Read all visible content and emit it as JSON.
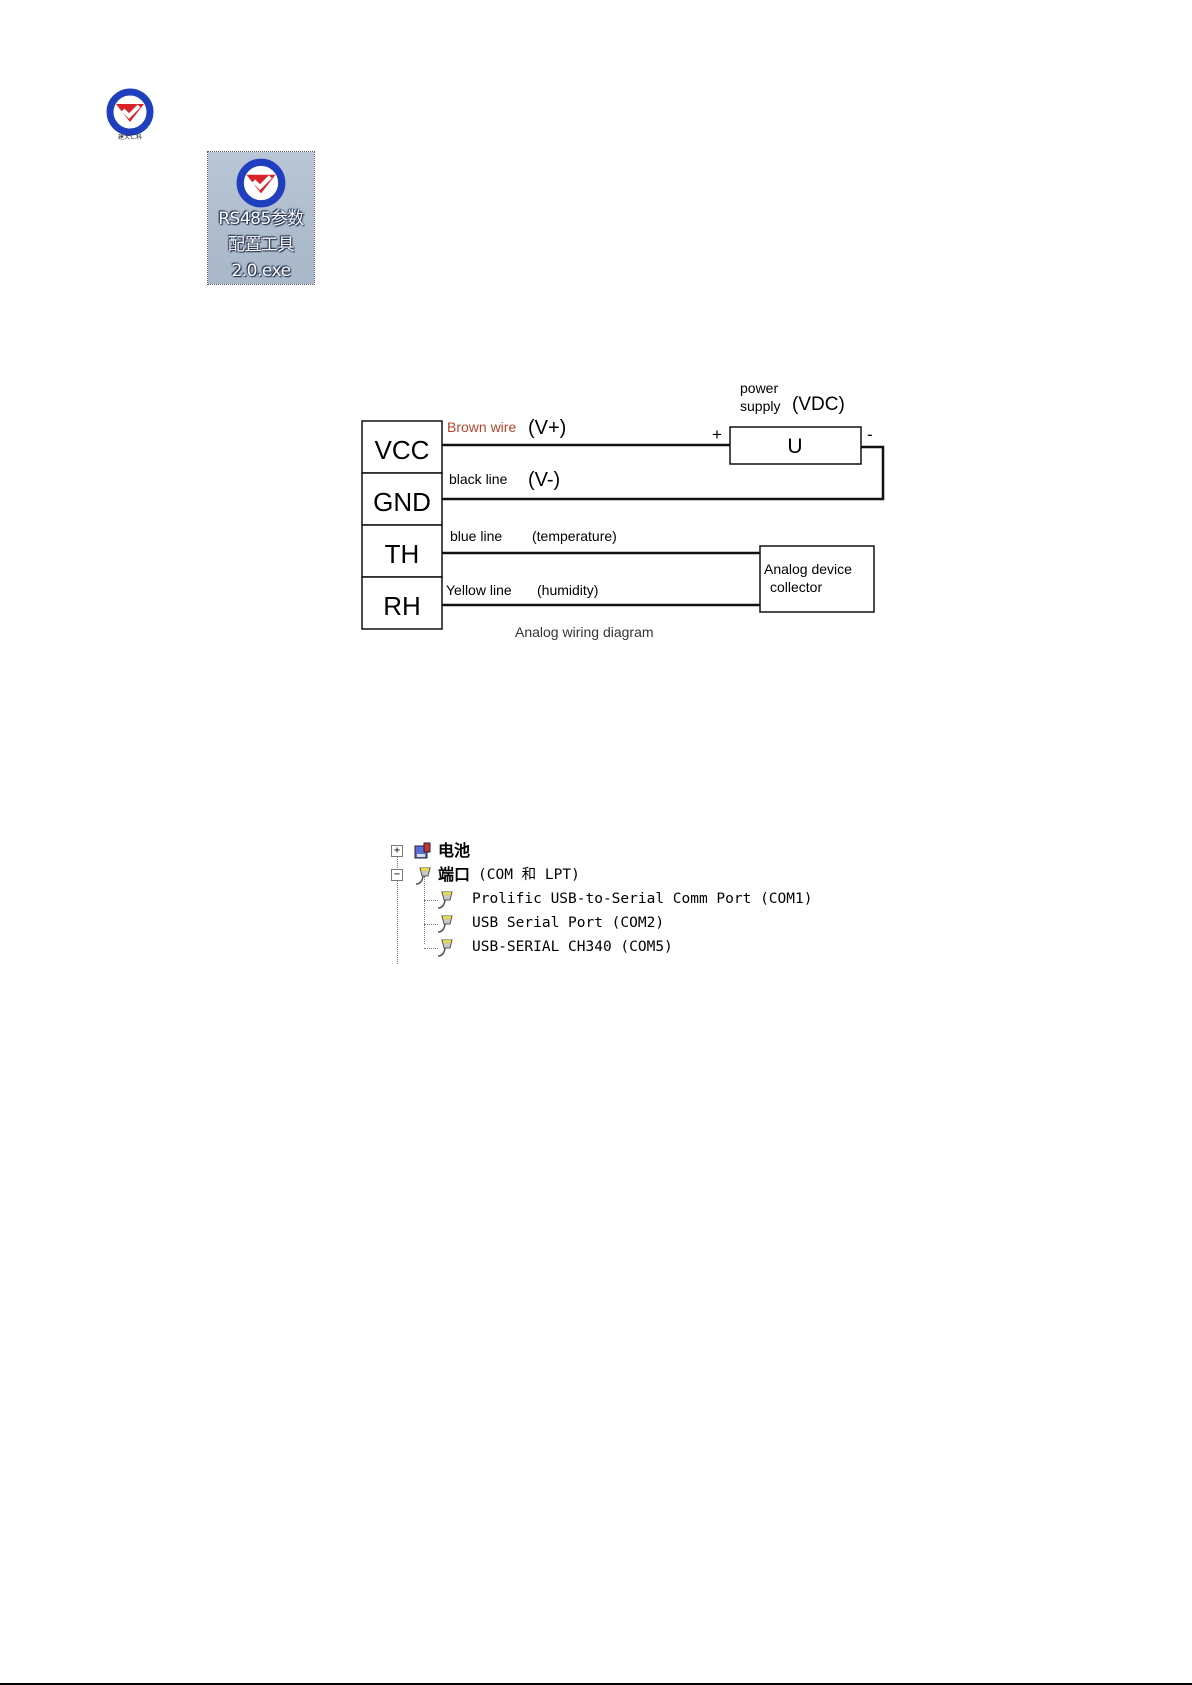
{
  "header": {
    "logo_icon": "company-logo-icon",
    "logo_caption": "建大仁科"
  },
  "shortcut": {
    "icon": "app-logo-icon",
    "label": "RS485参数\n配置工具\n2.0.exe"
  },
  "wiring_diagram": {
    "terminals": [
      "VCC",
      "GND",
      "TH",
      "RH"
    ],
    "wires": [
      {
        "label": "Brown wire",
        "signal": "(V+)"
      },
      {
        "label": "black line",
        "signal": "(V-)"
      },
      {
        "label": "blue line",
        "signal": "(temperature)"
      },
      {
        "label": "Yellow line",
        "signal": "(humidity)"
      }
    ],
    "power_supply": {
      "label_line1": "power",
      "label_line2": "supply",
      "unit": "(VDC)",
      "box_text": "U",
      "plus": "+",
      "minus": "-"
    },
    "collector": {
      "line1": "Analog device",
      "line2": "collector"
    },
    "caption": "Analog wiring diagram",
    "colors": {
      "brown_wire_label": "#b5462a",
      "line": "#111111"
    }
  },
  "device_tree": {
    "battery_label": "电池",
    "ports_label": "端口",
    "ports_suffix": "(COM 和 LPT)",
    "expand_symbol": "+",
    "collapse_symbol": "−",
    "ports": [
      "Prolific USB-to-Serial Comm Port (COM1)",
      "USB Serial Port (COM2)",
      "USB-SERIAL CH340 (COM5)"
    ]
  }
}
